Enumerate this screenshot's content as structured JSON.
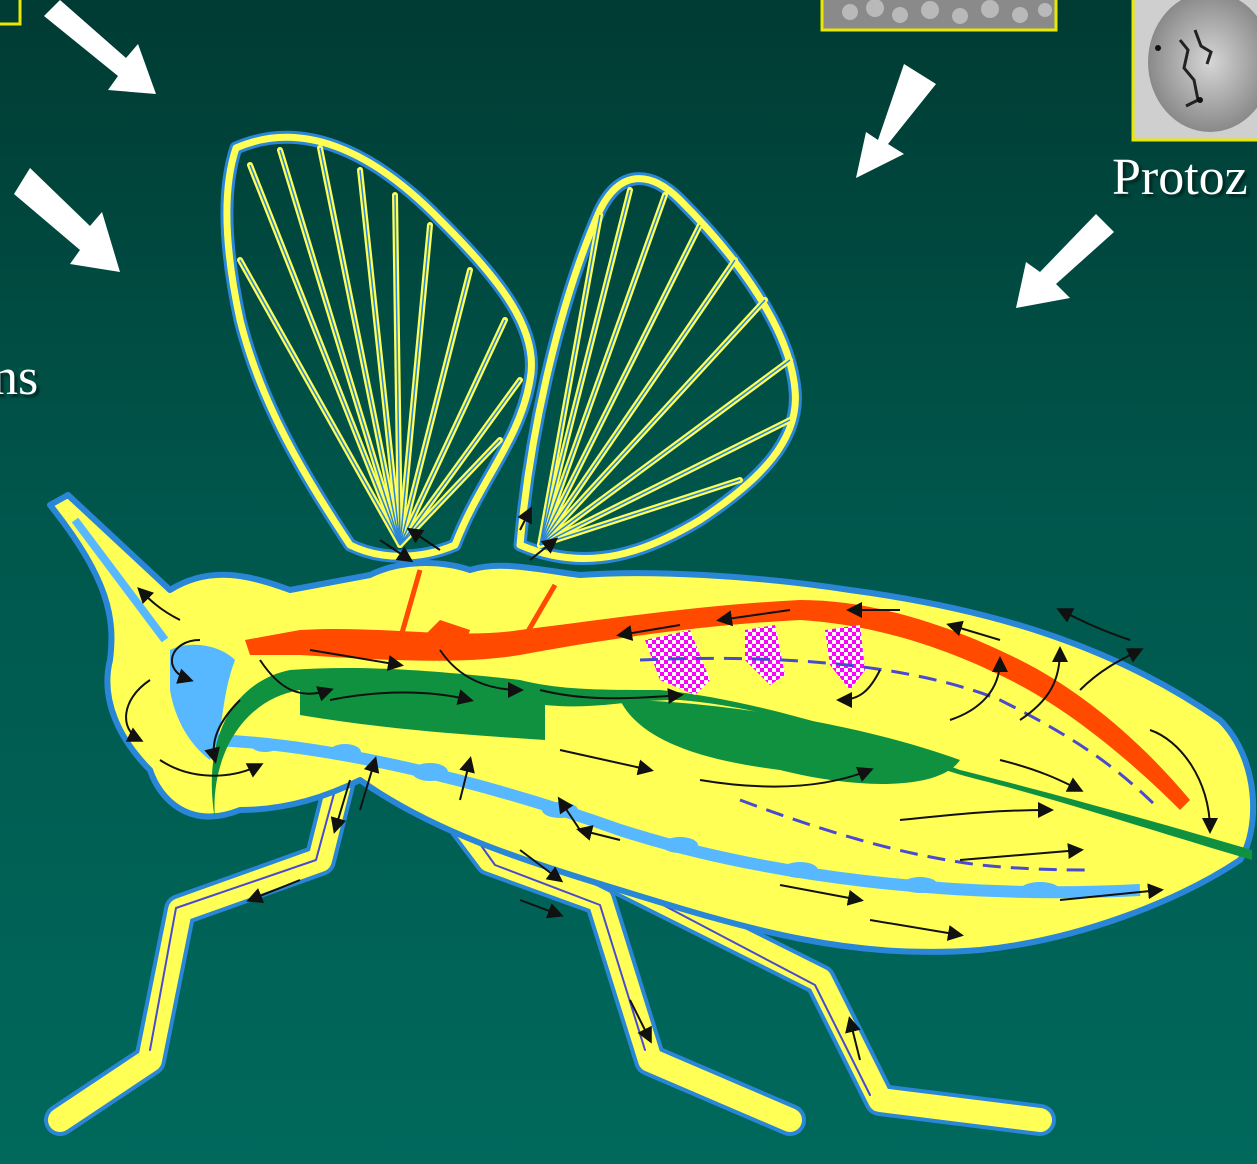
{
  "slide": {
    "label_left": "ns",
    "label_right": "Protoz"
  },
  "colors": {
    "background": "#00574c",
    "body_fill": "#ffff55",
    "outline": "#2a86d6",
    "dorsal_vessel": "#ff4a00",
    "gut": "#0f9140",
    "nerve_cord": "#57b8ff",
    "fat_body": "#ff00ff",
    "arrows": "#ffffff",
    "flow_arrows": "#111111"
  },
  "icons": [
    "arrow-icon",
    "micrograph-image",
    "insect-body",
    "wing",
    "dorsal-vessel",
    "gut",
    "nerve-cord",
    "hemolymph-flow-arrow"
  ]
}
